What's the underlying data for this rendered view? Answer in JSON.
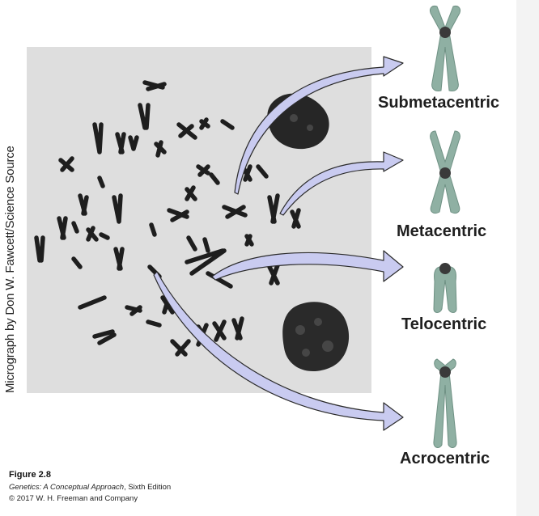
{
  "credit": "Micrograph by Don W. Fawcett/Science Source",
  "types": [
    {
      "name": "Submetacentric"
    },
    {
      "name": "Metacentric"
    },
    {
      "name": "Telocentric"
    },
    {
      "name": "Acrocentric"
    }
  ],
  "figure": {
    "number": "Figure 2.8",
    "book_title": "Genetics: A Conceptual Approach",
    "book_edition": ", Sixth Edition",
    "copyright": "© 2017 W. H. Freeman and Company"
  },
  "colors": {
    "chromosome": "#8fb0a3",
    "centromere": "#3a3a3a",
    "arrow_fill": "#c9cbf0",
    "arrow_stroke": "#2b2b2b",
    "micrograph_bg": "#dedede"
  }
}
